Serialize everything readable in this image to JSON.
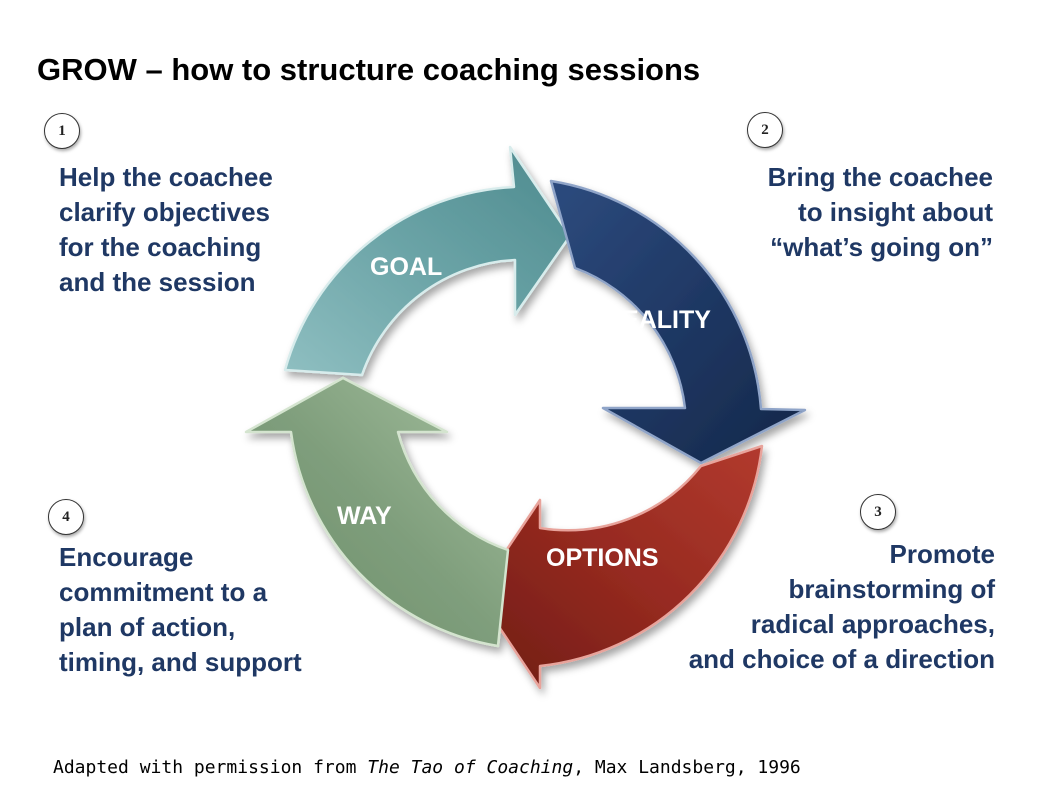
{
  "title": "GROW – how to structure coaching sessions",
  "steps": [
    {
      "number": "1",
      "lines": [
        "Help the coachee",
        "clarify objectives",
        "for the coaching",
        "and the session"
      ]
    },
    {
      "number": "2",
      "lines": [
        "Bring the coachee",
        "to insight about",
        "“what’s going on”"
      ]
    },
    {
      "number": "3",
      "lines": [
        "Promote",
        "brainstorming of",
        "radical approaches,",
        "and choice of a direction"
      ]
    },
    {
      "number": "4",
      "lines": [
        "Encourage",
        "commitment to a",
        "plan of action,",
        "timing, and support"
      ]
    }
  ],
  "cycle": {
    "goal": {
      "label": "GOAL",
      "color": "#6aa3a6"
    },
    "reality": {
      "label": "REALITY",
      "color": "#1f3864"
    },
    "options": {
      "label": "OPTIONS",
      "color": "#962a20"
    },
    "way": {
      "label": "WAY",
      "color": "#7f9e7c"
    }
  },
  "source": {
    "prefix": "Adapted with permission from ",
    "book": "The Tao of Coaching",
    "suffix": ", Max Landsberg, 1996"
  }
}
